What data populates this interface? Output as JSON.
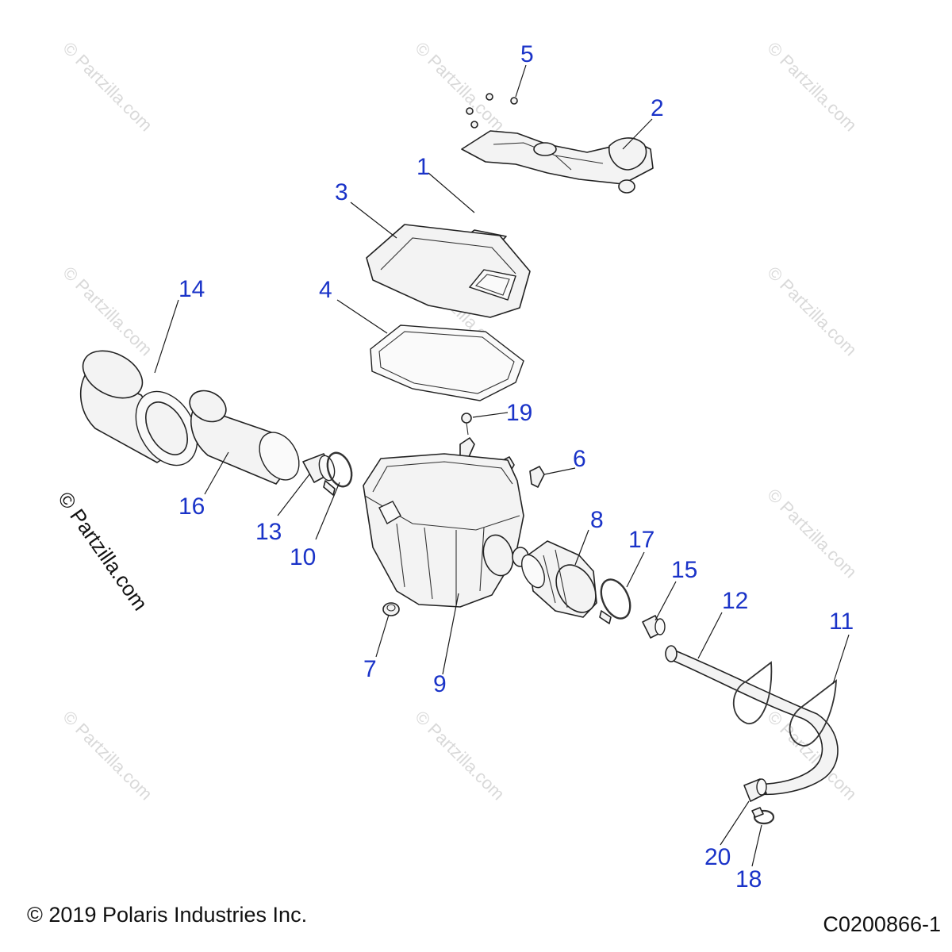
{
  "watermark": {
    "text": "© Partzilla.com"
  },
  "side_watermark": {
    "text": "© Partzilla.com"
  },
  "footer": {
    "copyright": "© 2019 Polaris Industries Inc.",
    "diagram_code": "C0200866-1"
  },
  "callouts": {
    "c1": "1",
    "c2": "2",
    "c3": "3",
    "c4": "4",
    "c5": "5",
    "c6": "6",
    "c7": "7",
    "c8": "8",
    "c9": "9",
    "c10": "10",
    "c11": "11",
    "c12": "12",
    "c13": "13",
    "c14": "14",
    "c15": "15",
    "c16": "16",
    "c17": "17",
    "c18": "18",
    "c19": "19",
    "c20": "20"
  },
  "colors": {
    "callout": "#1a33c8",
    "line": "#222222",
    "watermark": "#d9d9d9"
  }
}
